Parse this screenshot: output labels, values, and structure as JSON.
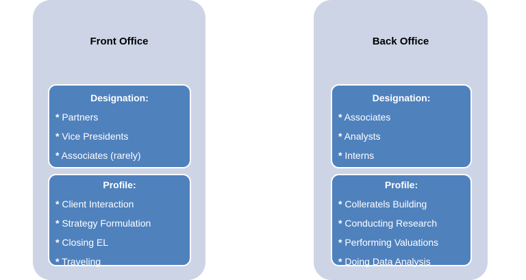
{
  "panels": [
    {
      "title": "Front Office",
      "designation": {
        "heading": "Designation:",
        "items": [
          "Partners",
          "Vice Presidents",
          "Associates (rarely)"
        ]
      },
      "profile": {
        "heading": "Profile:",
        "items": [
          "Client Interaction",
          "Strategy Formulation",
          "Closing EL",
          "Traveling"
        ]
      }
    },
    {
      "title": "Back Office",
      "designation": {
        "heading": "Designation:",
        "items": [
          "Associates",
          "Analysts",
          "Interns"
        ]
      },
      "profile": {
        "heading": "Profile:",
        "items": [
          "Colleratels Building",
          "Conducting Research",
          "Performing Valuations",
          "Doing Data Analysis"
        ]
      }
    }
  ],
  "bullet": "*",
  "colors": {
    "panel": "#cdd4e6",
    "box": "#4f81bd",
    "box_border": "#ffffff",
    "box_text": "#ffffff"
  }
}
